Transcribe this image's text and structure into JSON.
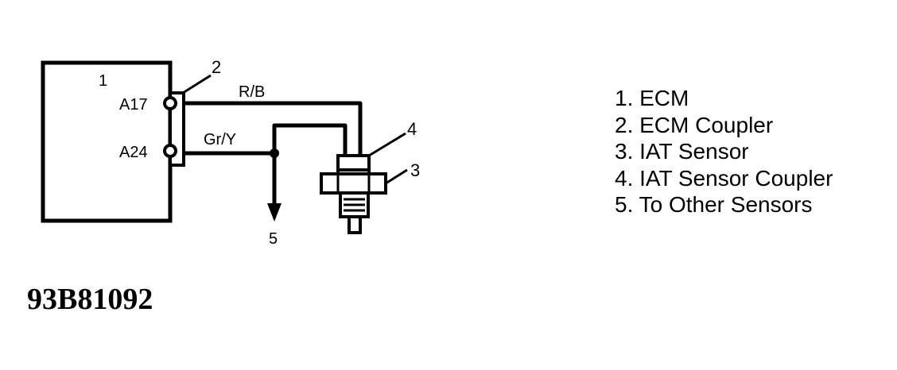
{
  "diagram": {
    "labels": {
      "ecm_number": "1",
      "coupler_number": "2",
      "sensor_number": "3",
      "sensor_coupler_number": "4",
      "other_sensors_number": "5",
      "pin_a17": "A17",
      "pin_a24": "A24",
      "wire_rb": "R/B",
      "wire_gry": "Gr/Y"
    },
    "colors": {
      "line": "#000000",
      "background": "#ffffff"
    }
  },
  "legend": {
    "items": [
      {
        "label": "1. ECM"
      },
      {
        "label": "2. ECM Coupler"
      },
      {
        "label": "3. IAT Sensor"
      },
      {
        "label": "4. IAT Sensor Coupler"
      },
      {
        "label": "5. To Other Sensors"
      }
    ]
  },
  "figure_id": "93B81092"
}
